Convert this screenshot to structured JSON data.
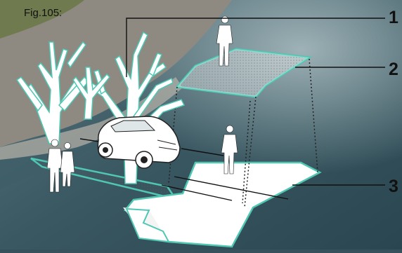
{
  "figure": {
    "label": "Fig.105:",
    "callouts": [
      "1",
      "2",
      "3"
    ]
  },
  "colors": {
    "accent": "#4fc7b3",
    "water_dark": "#2d4a55",
    "water_light": "#7f9aa0",
    "shore": "#8a857c",
    "silhouette": "#ffffff",
    "label": "#111111"
  },
  "icons": [
    "person-silhouette-icon",
    "couple-silhouette-icon",
    "tree-icon",
    "car-icon",
    "arrow-icon"
  ]
}
